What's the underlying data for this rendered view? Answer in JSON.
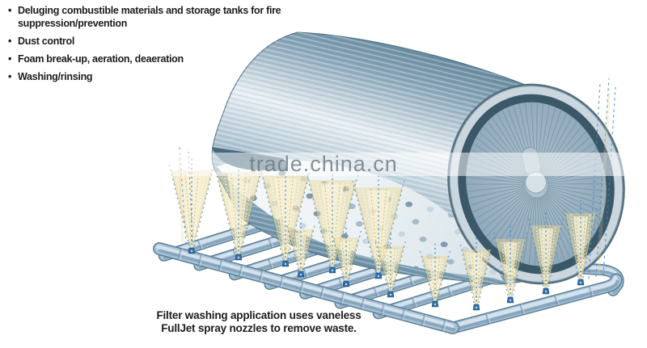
{
  "features_list": {
    "bullet_glyph": "•",
    "items": [
      "Deluging combustible materials and storage tanks for fire suppression/prevention",
      "Dust control",
      "Foam break-up, aeration, deaeration",
      "Washing/rinsing"
    ]
  },
  "watermark": {
    "text": "trade.china.cn"
  },
  "caption": {
    "line1": "Filter washing application uses vaneless",
    "line2": "FullJet spray nozzles to remove waste."
  },
  "illustration": {
    "description": "Rotary drum filter washed from below by vaneless FullJet spray nozzles mounted on a pipe manifold",
    "colors": {
      "drum_steel_dark": "#5a7e93",
      "drum_steel_mid": "#8fadc0",
      "drum_highlight": "#e9eff3",
      "drum_face": "#92acbe",
      "drum_rim_dark": "#3b5868",
      "drum_flange": "#cbd7df",
      "perforated_screen": "#f4f7f8",
      "hole_dark": "#7b96a9",
      "pipe_body": "#a6c1d6",
      "pipe_outline": "#5d8197",
      "pipe_highlight": "#d9e6ef",
      "spray_yellow": "#e9d795",
      "spray_yellow_light": "#f8f2d8",
      "spray_blue": "#3e86c4",
      "text_dark": "#1d1d1d",
      "watermark_gray": "#6f7b85"
    }
  }
}
